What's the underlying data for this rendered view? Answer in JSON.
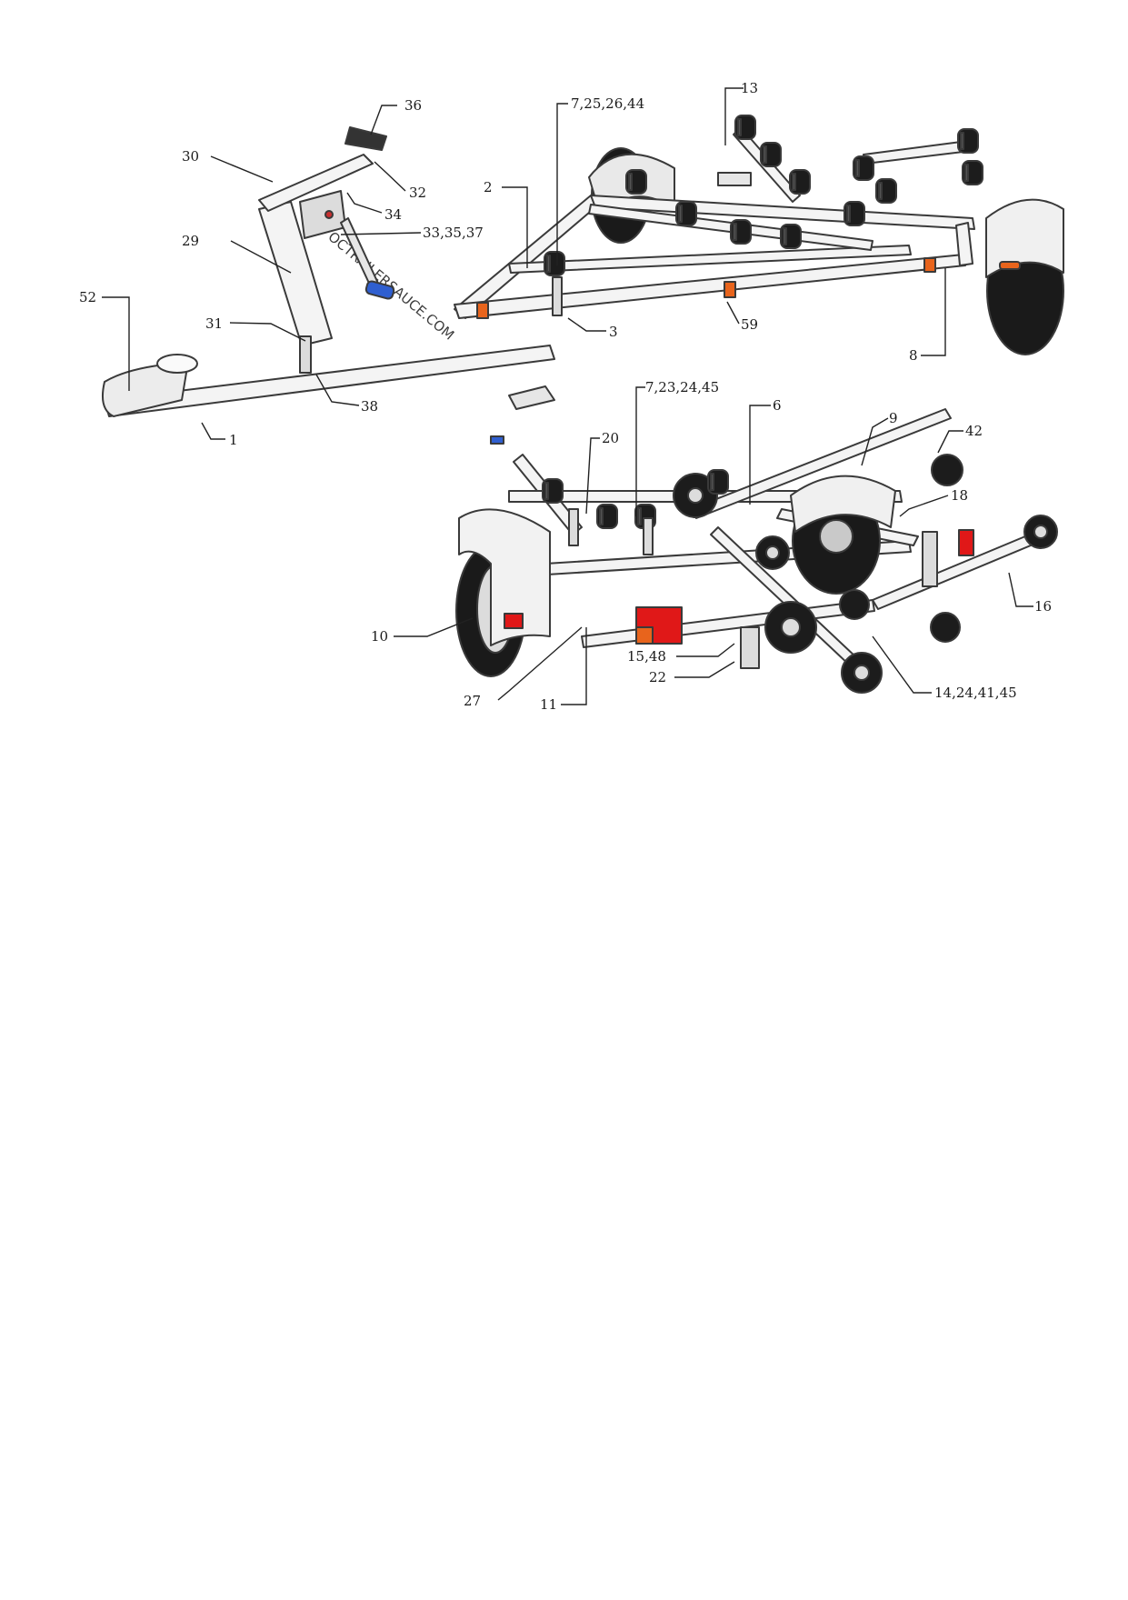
{
  "watermark": "OCTRAILERSAUCE.COM",
  "colors": {
    "frame_fill": "#f4f4f4",
    "frame_stroke": "#3a3a3a",
    "roller": "#1c1c1c",
    "tyre": "#1a1a1a",
    "reflector_amber": "#e8641c",
    "lamp_red": "#e01818",
    "winch_handle": "#2f5fd0",
    "watermark": "#d0d0d0"
  },
  "top_view": {
    "callouts": [
      "52",
      "1",
      "31",
      "38",
      "29",
      "30",
      "36",
      "32",
      "34",
      "33,35,37",
      "2",
      "7,25,26,44",
      "3",
      "13",
      "59",
      "8"
    ]
  },
  "bottom_view": {
    "callouts": [
      "7,23,24,45",
      "6",
      "9",
      "42",
      "18",
      "20",
      "16",
      "10",
      "15,48",
      "22",
      "27",
      "11",
      "14,24,41,45"
    ]
  }
}
